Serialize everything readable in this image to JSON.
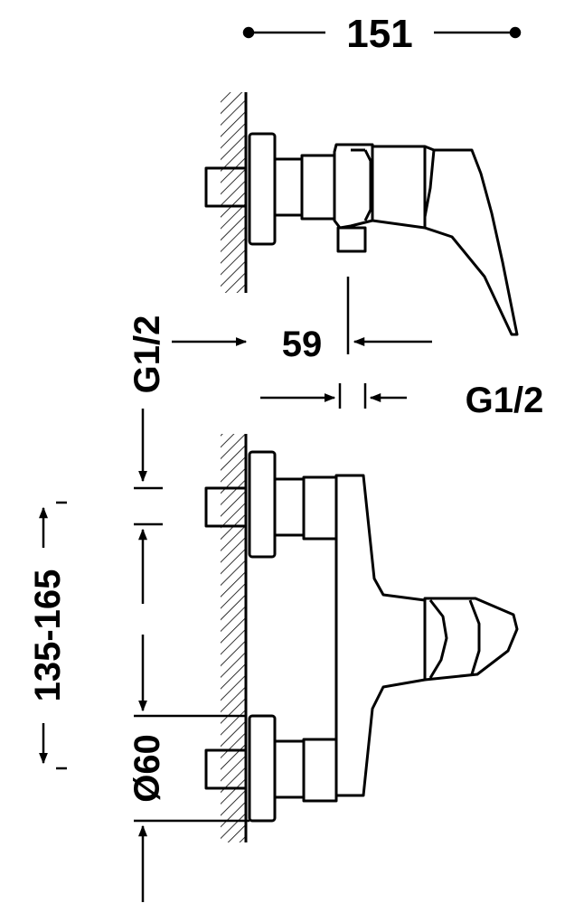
{
  "dimensions": {
    "overall_width": "151",
    "depth": "59",
    "thread_top_left": "G1/2",
    "thread_right": "G1/2",
    "center_distance": "135-165",
    "diameter": "Ø60"
  },
  "colors": {
    "line": "#000000",
    "background": "#ffffff"
  }
}
